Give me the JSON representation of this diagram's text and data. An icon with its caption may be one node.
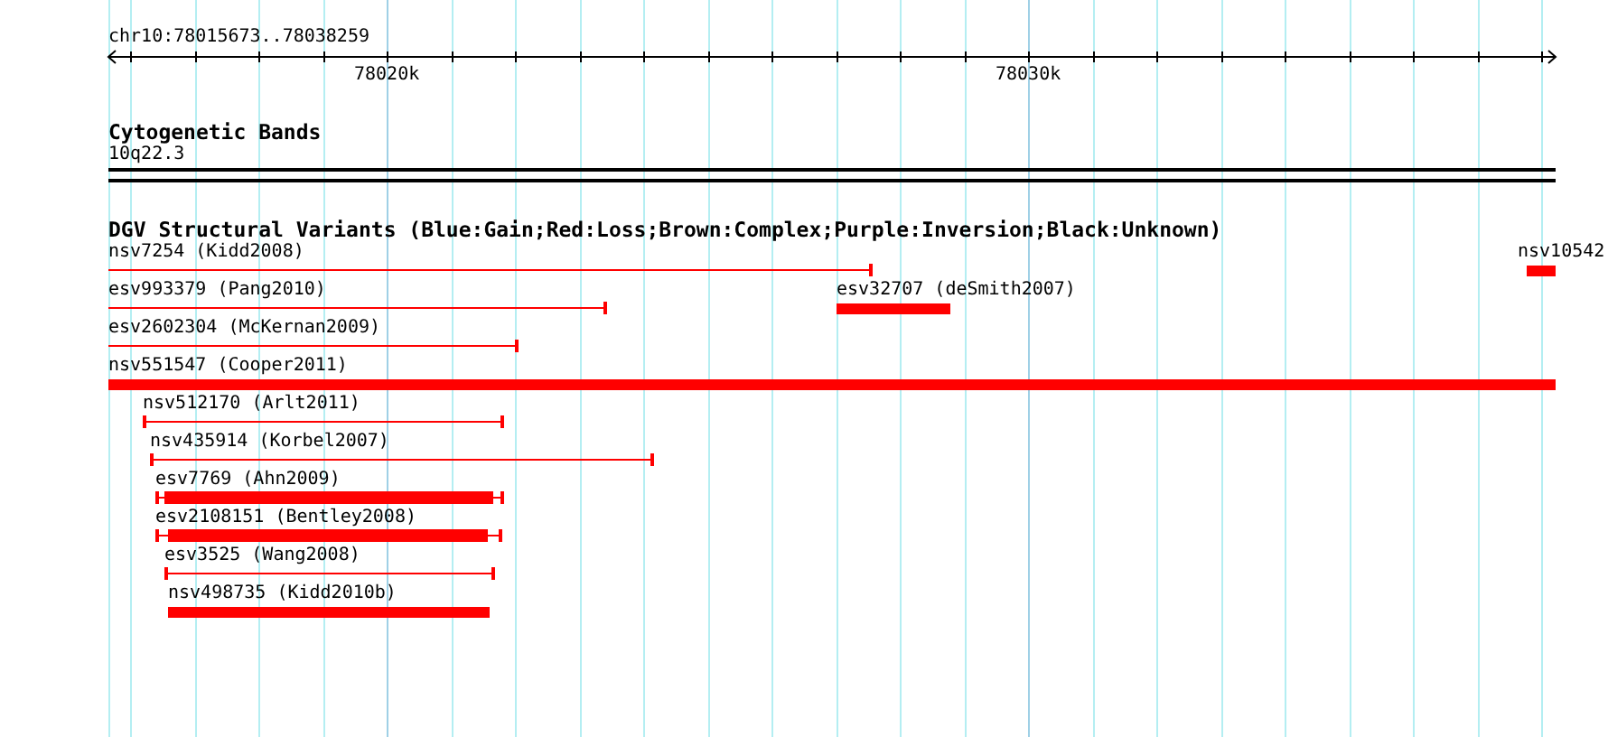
{
  "diagram": {
    "nodes": [
      {
        "text": [
          "10q22.3"
        ]
      },
      {
        "text": [
          "nsv7254 (Kidd2008)"
        ]
      },
      {
        "text": [
          "nsv10542"
        ]
      },
      {
        "text": [
          "esv993379 (Pang2010)"
        ]
      },
      {
        "text": [
          "esv32707 (deSmith2007)"
        ]
      },
      {
        "text": [
          "esv2602304 (McKernan2009)"
        ]
      },
      {
        "text": [
          "nsv551547 (Cooper2011)"
        ]
      },
      {
        "text": [
          "nsv512170 (Arlt2011)"
        ]
      },
      {
        "text": [
          "nsv435914 (Korbel2007)"
        ]
      },
      {
        "text": [
          "esv7769 (Ahn2009)"
        ]
      },
      {
        "text": [
          "esv2108151 (Bentley2008)"
        ]
      },
      {
        "text": [
          "esv3525 (Wang2008)"
        ]
      },
      {
        "text": [
          "nsv498735 (Kidd2010b)"
        ]
      }
    ],
    "labels": [
      "chr10:78015673..78038259",
      "78020k",
      "78030k",
      "Cytogenetic Bands",
      "DGV Structural Variants (Blue:Gain;Red:Loss;Brown:Complex;Purple:Inversion;Black:Unknown)"
    ]
  }
}
